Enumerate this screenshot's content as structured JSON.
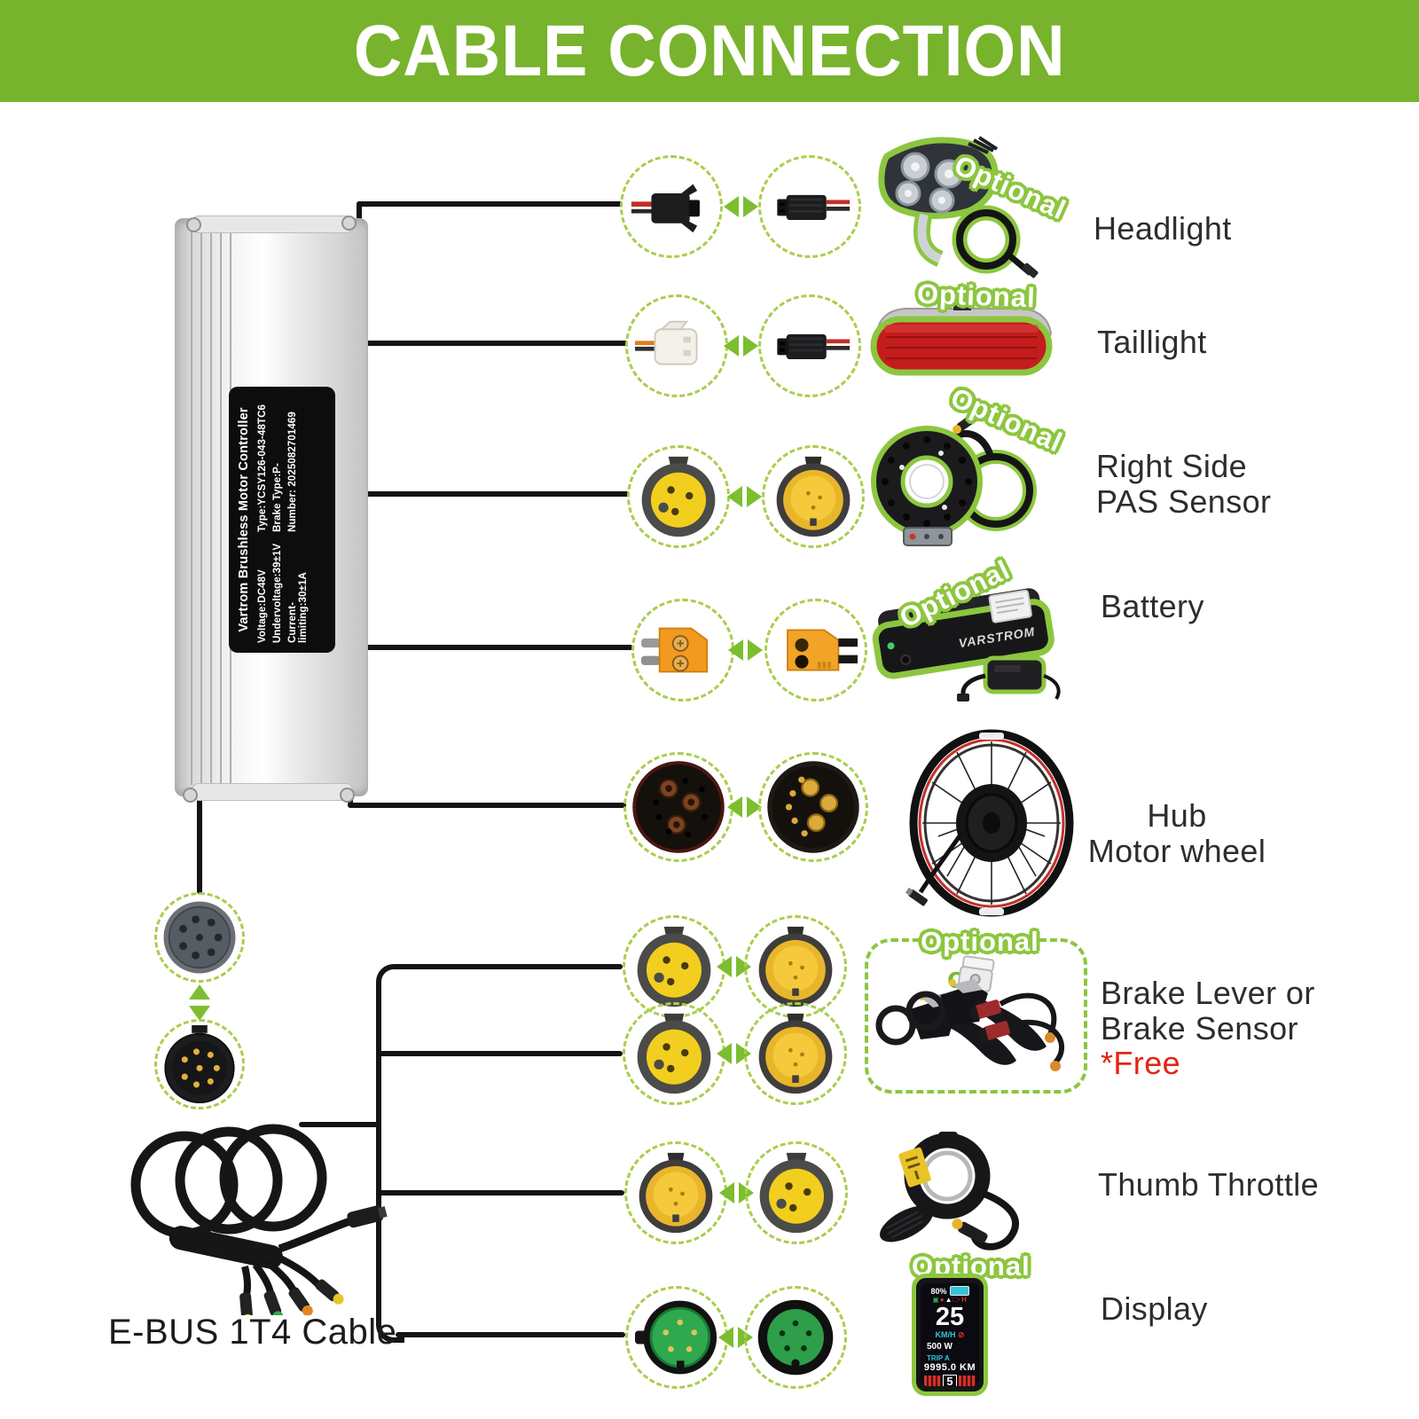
{
  "header": {
    "title": "CABLE CONNECTION"
  },
  "controller_label": {
    "title": "Vartrom Brushless Motor Controller",
    "rows": [
      {
        "l": "Voltage:DC48V",
        "r": "Type:YCSY126-043-48TC6"
      },
      {
        "l": "Undervoltage:39±1V",
        "r": "Brake Type:P-"
      },
      {
        "l": "Current-limiting:30±1A",
        "r": "Number: 2025082701469"
      }
    ]
  },
  "badges": {
    "optional": "Optional",
    "or": "or"
  },
  "cable": {
    "label": "E-BUS 1T4 Cable"
  },
  "parts": {
    "headlight": "Headlight",
    "taillight": "Taillight",
    "pas": [
      "Right Side",
      "PAS Sensor"
    ],
    "battery": "Battery",
    "hub": [
      "Hub",
      "Motor wheel"
    ],
    "brake": [
      "Brake Lever or",
      "Brake Sensor"
    ],
    "brake_free": "*Free",
    "throttle": "Thumb Throttle",
    "display": "Display"
  },
  "battery_brand": "VARSTROM",
  "display_screen": {
    "battery": "80%",
    "speed": "25",
    "unit": "KM/H",
    "power": "500 W",
    "trip_label": "TRIP A",
    "trip_value": "9995.0 KM",
    "assist": "5"
  },
  "colors": {
    "header_green": "#77B32C",
    "badge_green": "#8CC63F",
    "dashed_green": "#A9CE4C",
    "arrow_green": "#7CBE30",
    "free_red": "#E42313"
  },
  "icons": {
    "connectors": [
      "sm-plug-black-male",
      "sm-plug-black-female",
      "sm-plug-white",
      "julet-3pin-female-yellow",
      "julet-3pin-male-yellow",
      "xt60-male",
      "xt60-female",
      "motor-9pin-female",
      "motor-9pin-male",
      "julet-5pin-male-green",
      "julet-5pin-female-green",
      "ebus-8pin-female",
      "ebus-8pin-male"
    ]
  }
}
